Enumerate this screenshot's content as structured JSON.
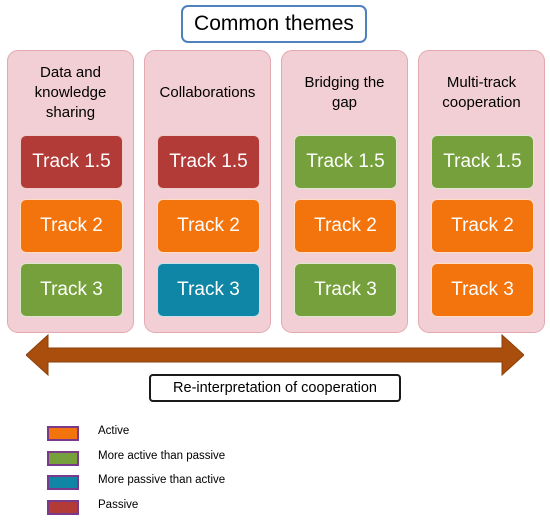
{
  "title": "Common themes",
  "columns": [
    {
      "title": "Data and knowledge sharing",
      "tracks": [
        {
          "label": "Track 1.5",
          "status": "passive"
        },
        {
          "label": "Track 2",
          "status": "active"
        },
        {
          "label": "Track 3",
          "status": "more_active_than_passive"
        }
      ]
    },
    {
      "title": "Collaborations",
      "tracks": [
        {
          "label": "Track 1.5",
          "status": "passive"
        },
        {
          "label": "Track 2",
          "status": "active"
        },
        {
          "label": "Track 3",
          "status": "more_passive_than_active"
        }
      ]
    },
    {
      "title": "Bridging the gap",
      "tracks": [
        {
          "label": "Track 1.5",
          "status": "more_active_than_passive"
        },
        {
          "label": "Track 2",
          "status": "active"
        },
        {
          "label": "Track 3",
          "status": "more_active_than_passive"
        }
      ]
    },
    {
      "title": "Multi-track cooperation",
      "tracks": [
        {
          "label": "Track 1.5",
          "status": "more_active_than_passive"
        },
        {
          "label": "Track 2",
          "status": "active"
        },
        {
          "label": "Track 3",
          "status": "active"
        }
      ]
    }
  ],
  "arrow_caption": "Re-interpretation of cooperation",
  "legend": [
    {
      "key": "active",
      "label": "Active",
      "color": "#f3730c"
    },
    {
      "key": "more_active_than_passive",
      "label": "More active than passive",
      "color": "#76a03b"
    },
    {
      "key": "more_passive_than_active",
      "label": "More passive than active",
      "color": "#0f86a6"
    },
    {
      "key": "passive",
      "label": "Passive",
      "color": "#b23a37"
    }
  ],
  "colors": {
    "column_bg": "#f2cfd4",
    "arrow": "#a94e0d"
  }
}
